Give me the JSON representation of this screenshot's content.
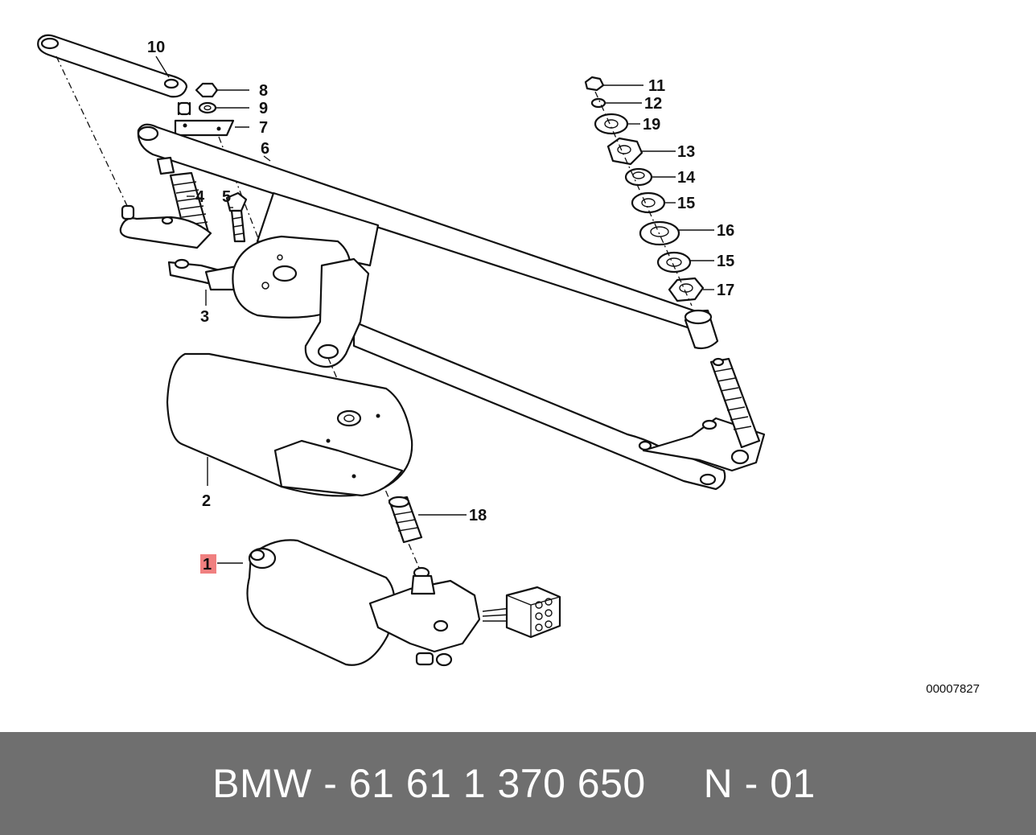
{
  "callouts": [
    {
      "label": "1",
      "highlighted": true
    },
    {
      "label": "2"
    },
    {
      "label": "3"
    },
    {
      "label": "4"
    },
    {
      "label": "5"
    },
    {
      "label": "6"
    },
    {
      "label": "7"
    },
    {
      "label": "8"
    },
    {
      "label": "9"
    },
    {
      "label": "10"
    },
    {
      "label": "11"
    },
    {
      "label": "12"
    },
    {
      "label": "13"
    },
    {
      "label": "14"
    },
    {
      "label": "15"
    },
    {
      "label": "16"
    },
    {
      "label": "15"
    },
    {
      "label": "17"
    },
    {
      "label": "18"
    },
    {
      "label": "19"
    }
  ],
  "highlight_color": "#f08080",
  "diagram_id": "00007827",
  "footer": {
    "text": "BMW - 61 61 1 370 650     N - 01",
    "background": "#6f6f6f"
  }
}
